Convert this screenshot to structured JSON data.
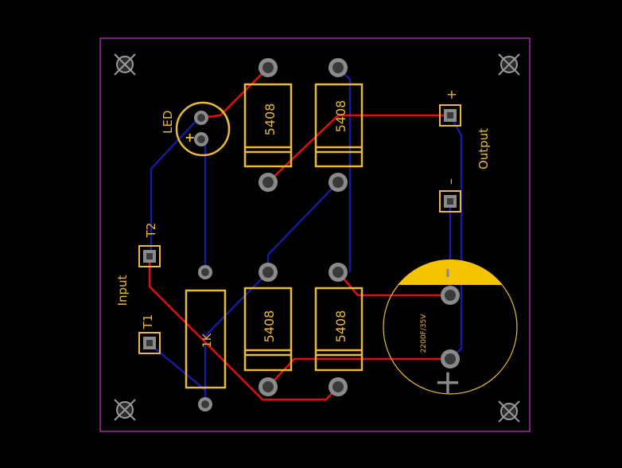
{
  "colors": {
    "background": "#000000",
    "board_outline": "#7a1f7a",
    "silkscreen": "#e8b93c",
    "silkscreen_fill": "#f5c400",
    "top_copper": "#e01010",
    "bottom_copper": "#1a1a9a",
    "pad_ring": "#8a8a8a",
    "pad_hole": "#3a3a3a",
    "mount_hole": "#9a9a9a"
  },
  "labels": {
    "led": "LED",
    "led_plus": "+",
    "output": "Output",
    "output_plus": "+",
    "output_minus": "–",
    "input": "Input",
    "t1": "T1",
    "t2": "T2",
    "resistor": "1K",
    "capacitor": "2200F/35V",
    "cap_minus": "–",
    "cap_plus": "+",
    "diodes": [
      "5408",
      "5408",
      "5408",
      "5408"
    ]
  },
  "icons": {
    "mount_hole": "mounting-hole-crosshair-icon"
  }
}
